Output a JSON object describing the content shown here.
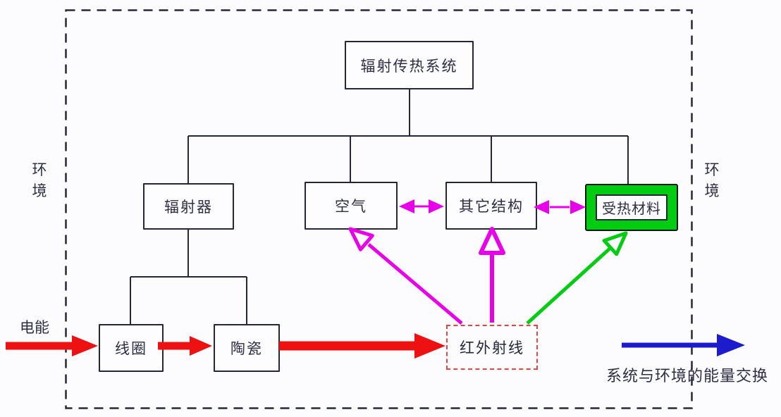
{
  "colors": {
    "line": "#26263a",
    "red": "#ee1111",
    "magenta": "#e800e8",
    "green": "#00cc11",
    "blue": "#1c1ccd",
    "infrared_border": "#e84444",
    "heated_fill": "#00cc11"
  },
  "boxes": {
    "system": "辐射传热系统",
    "radiator": "辐射器",
    "air": "空气",
    "other_structure": "其它结构",
    "heated_material": "受热材料",
    "coil": "线圈",
    "ceramic": "陶瓷",
    "infrared": "红外射线"
  },
  "labels": {
    "environment_left": "环境",
    "environment_right": "环境",
    "electric_energy": "电能",
    "energy_exchange": "系统与环境的能量交换"
  }
}
